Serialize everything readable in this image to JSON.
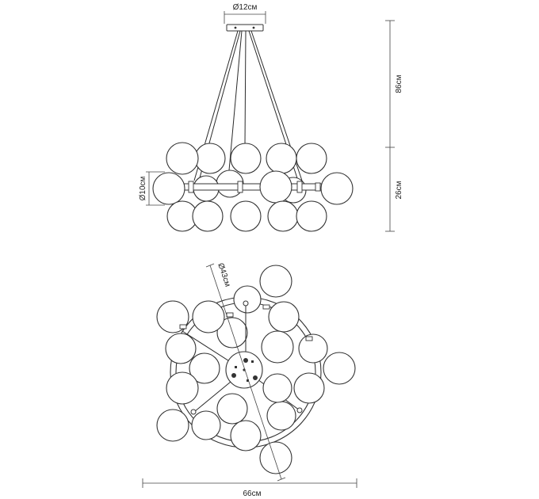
{
  "dimensions": {
    "canopy_diameter": "Ø12см",
    "suspension_height": "86см",
    "body_height": "26см",
    "globe_diameter": "Ø10см",
    "ring_diameter": "Ø43см",
    "overall_width": "66см"
  }
}
